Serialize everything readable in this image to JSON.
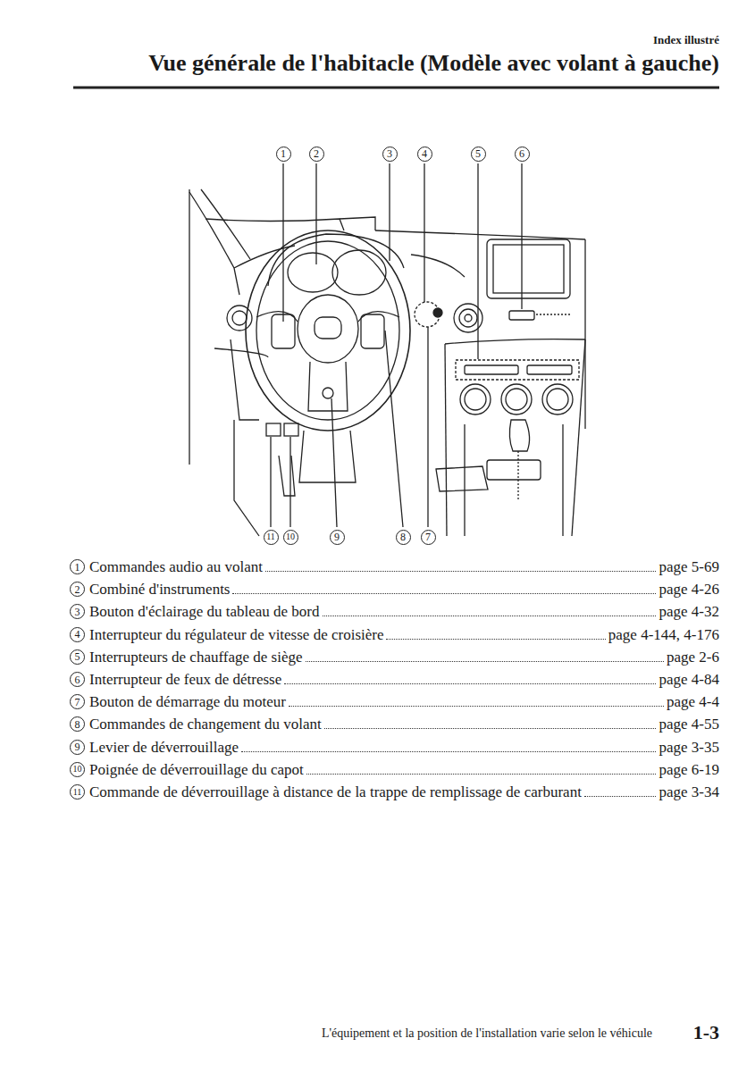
{
  "diagram": {
    "title": "Vue générale de l'habitacle (Modèle avec volant à gauche)",
    "labels": [
      "Index illustré",
      "1",
      "2",
      "3",
      "4",
      "5",
      "6",
      "11",
      "10",
      "9",
      "8",
      "7",
      "1",
      "Commandes audio au volant",
      "page 5-69",
      "2",
      "Combiné d'instruments",
      "page 4-26",
      "3",
      "Bouton d'éclairage du tableau de bord",
      "page 4-32",
      "4",
      "Interrupteur du régulateur de vitesse de croisière",
      "page 4-144, 4-176",
      "5",
      "Interrupteurs de chauffage de siège",
      "page 2-6",
      "6",
      "Interrupteur de feux de détresse",
      "page 4-84",
      "7",
      "Bouton de démarrage du moteur",
      "page 4-4",
      "8",
      "Commandes de changement du volant",
      "page 4-55",
      "9",
      "Levier de déverrouillage",
      "page 3-35",
      "10",
      "Poignée de déverrouillage du capot",
      "page 6-19",
      "11",
      "Commande de déverrouillage à distance de la trappe de remplissage de carburant",
      "page 3-34",
      "L'équipement et la position de l'installation varie selon le véhicule",
      "1-3"
    ]
  }
}
